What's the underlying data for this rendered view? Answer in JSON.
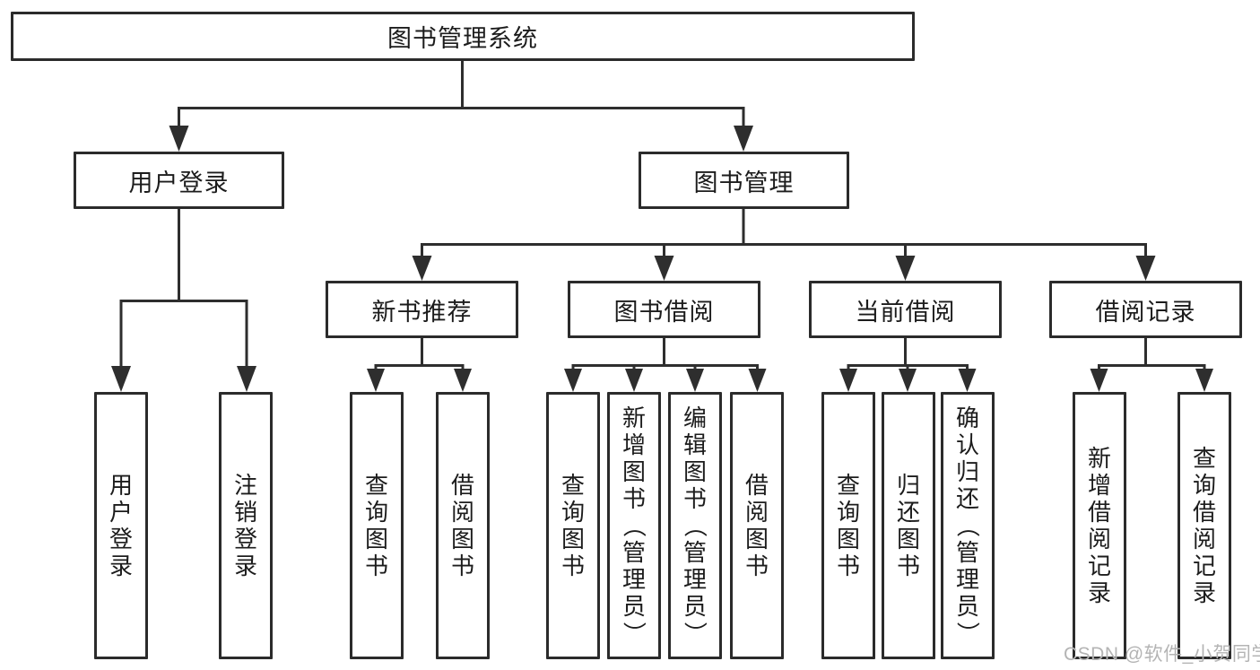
{
  "nodes": {
    "root": "图书管理系统",
    "level2": [
      "用户登录",
      "图书管理"
    ],
    "level3": [
      "新书推荐",
      "图书借阅",
      "当前借阅",
      "借阅记录"
    ],
    "leaves": [
      "用户登录",
      "注销登录",
      "查询图书",
      "借阅图书",
      "查询图书",
      "新增图书（管理员）",
      "编辑图书（管理员）",
      "借阅图书",
      "查询图书",
      "归还图书",
      "确认归还（管理员）",
      "新增借阅记录",
      "查询借阅记录"
    ]
  },
  "hierarchy": {
    "图书管理系统": {
      "用户登录": [
        "用户登录",
        "注销登录"
      ],
      "图书管理": {
        "新书推荐": [
          "查询图书",
          "借阅图书"
        ],
        "图书借阅": [
          "查询图书",
          "新增图书（管理员）",
          "编辑图书（管理员）",
          "借阅图书"
        ],
        "当前借阅": [
          "查询图书",
          "归还图书",
          "确认归还（管理员）"
        ],
        "借阅记录": [
          "新增借阅记录",
          "查询借阅记录"
        ]
      }
    }
  },
  "watermark": "CSDN @软件_小贺同学",
  "colors": {
    "line": "#2e2e2e",
    "border": "#2b2b2b",
    "text": "#1c1c1c",
    "watermark": "#b4b4b4",
    "background": "#ffffff"
  }
}
